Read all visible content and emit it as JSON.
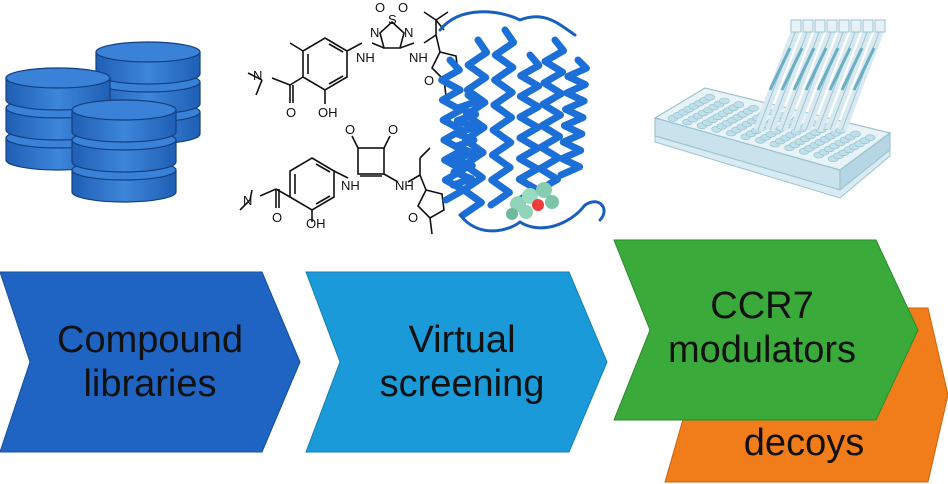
{
  "colors": {
    "step1": "#1f64c2",
    "step2": "#1a9ad8",
    "step3": "#3aab3a",
    "step4": "#f07d1a",
    "database": "#2a6fc6",
    "protein": "#1c6fd6",
    "plate": "#cfe6ee"
  },
  "steps": [
    {
      "lines": [
        "Compound",
        "libraries"
      ]
    },
    {
      "lines": [
        "Virtual",
        "screening"
      ]
    },
    {
      "lines": [
        "CCR7",
        "modulators"
      ]
    }
  ],
  "decoys": {
    "label": "decoys"
  },
  "icons": {
    "database": "database-stack-icon",
    "molecules": "chemical-structures-icon",
    "protein": "protein-structure-icon",
    "plate": "well-plate-pipette-icon"
  },
  "molecule1": {
    "atoms": [
      "N",
      "O",
      "OH",
      "NH",
      "NH",
      "N",
      "S",
      "N",
      "O",
      "O",
      "O"
    ]
  },
  "molecule2": {
    "atoms": [
      "N",
      "O",
      "OH",
      "NH",
      "NH",
      "O",
      "O",
      "O"
    ]
  }
}
